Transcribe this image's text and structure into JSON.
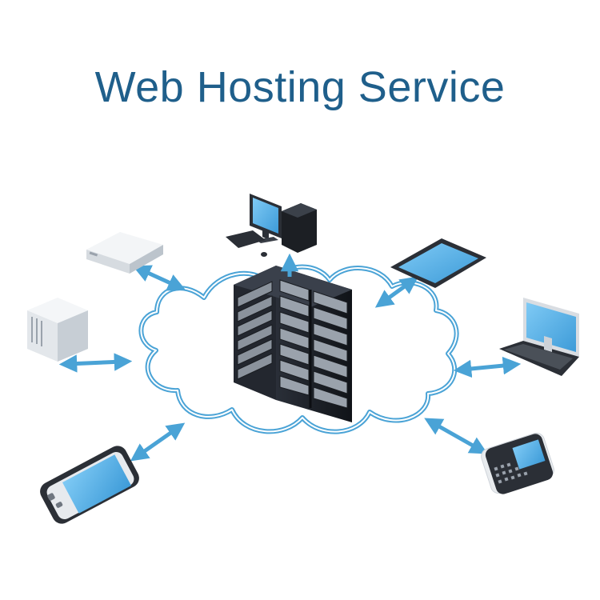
{
  "title": "Web Hosting Service",
  "colors": {
    "title": "#1f5f8b",
    "cloud_stroke": "#4aa3d6",
    "cloud_fill": "#ffffff",
    "arrow": "#4aa3d6",
    "screen": "#5fb7ec",
    "server_rack": "#1b1f26",
    "device_white": "#eef1f4"
  },
  "diagram": {
    "center": {
      "name": "server-rack",
      "icon": "server-rack-icon"
    },
    "devices": [
      {
        "name": "desktop-computer",
        "icon": "desktop-computer-icon",
        "connection": "one-way-up"
      },
      {
        "name": "tablet",
        "icon": "tablet-icon",
        "connection": "two-way"
      },
      {
        "name": "laptop",
        "icon": "laptop-icon",
        "connection": "two-way"
      },
      {
        "name": "smartphone-qwerty",
        "icon": "smartphone-qwerty-icon",
        "connection": "two-way"
      },
      {
        "name": "smartphone",
        "icon": "smartphone-icon",
        "connection": "two-way"
      },
      {
        "name": "tower-server",
        "icon": "tower-server-icon",
        "connection": "two-way"
      },
      {
        "name": "network-appliance",
        "icon": "network-appliance-icon",
        "connection": "two-way"
      }
    ]
  }
}
